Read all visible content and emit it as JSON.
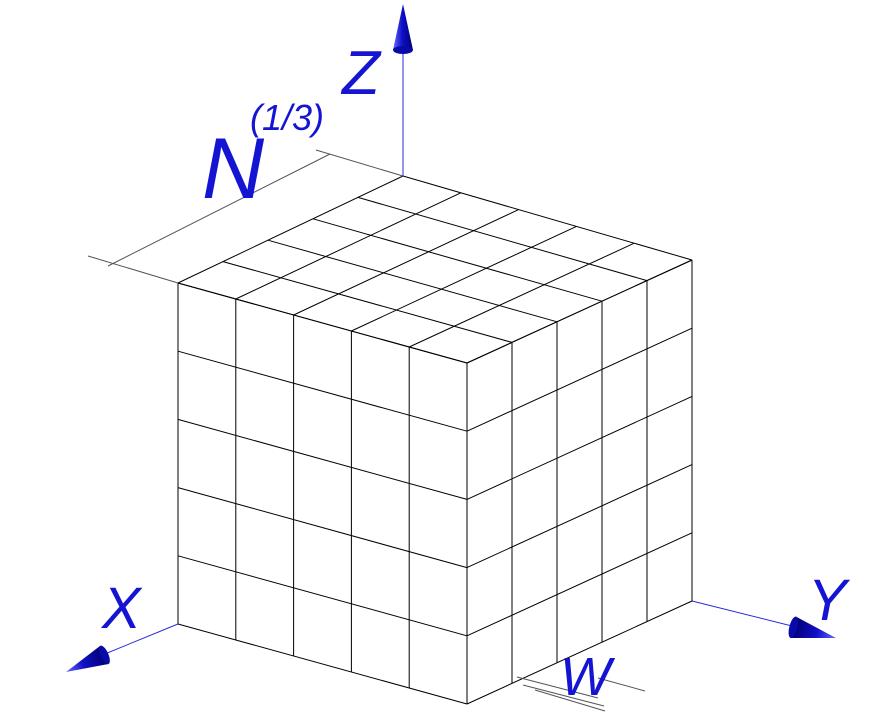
{
  "labels": {
    "z": "Z",
    "x": "X",
    "y": "Y",
    "n_base": "N",
    "n_exponent": "(1/3)",
    "w": "W"
  },
  "grid": {
    "divisions": 5
  },
  "colors": {
    "label": "#1414d2",
    "axis_line": "#2b2bd8",
    "cone": "#1010c8",
    "cube_edge": "#000000",
    "dimension_line": "#555555",
    "background": "#ffffff"
  }
}
